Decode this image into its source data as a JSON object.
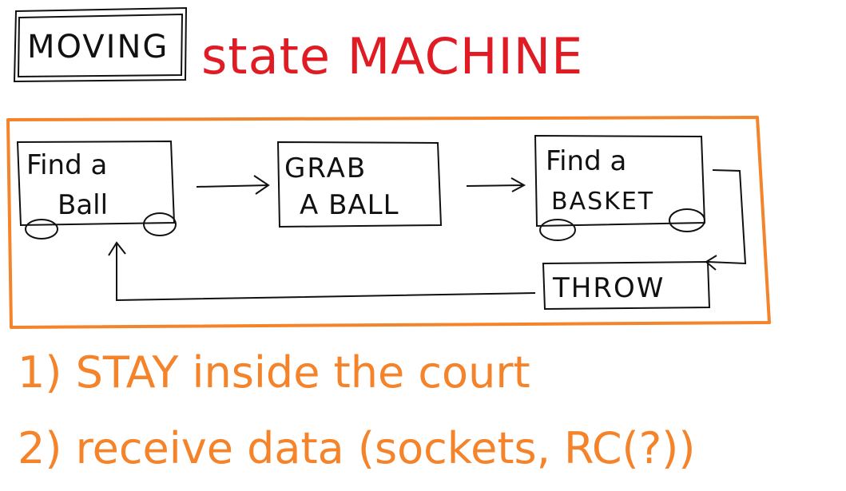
{
  "title_box": {
    "text": "MOVING"
  },
  "title": {
    "text": "state MACHINE"
  },
  "states": {
    "find_ball": {
      "line1": "Find a",
      "line2": "Ball"
    },
    "grab_ball": {
      "line1": "GRAB",
      "line2": "A BALL"
    },
    "find_basket": {
      "line1": "Find a",
      "line2": "BASKET"
    },
    "throw": {
      "line1": "THROW"
    }
  },
  "notes": [
    "1) STAY inside the court",
    "2) receive data (sockets, RC(?))"
  ],
  "colors": {
    "ink": "#111111",
    "title_red": "#e01b24",
    "frame_orange": "#f5832a"
  }
}
